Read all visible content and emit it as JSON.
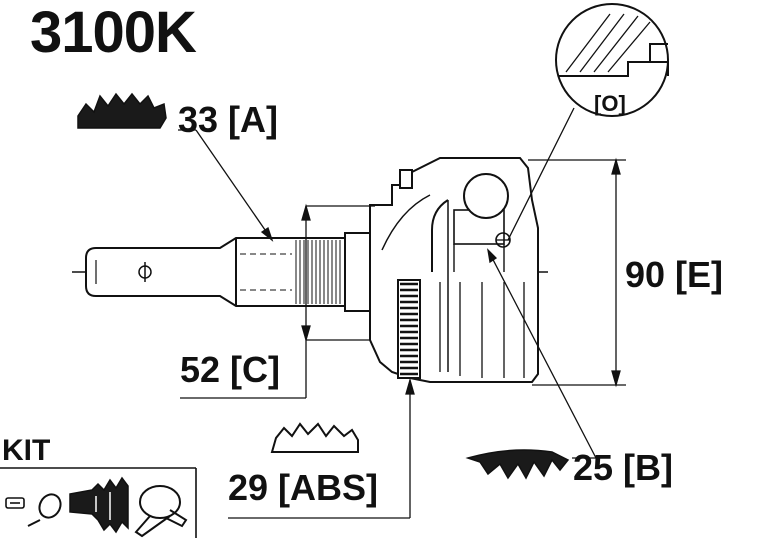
{
  "part_number": "3100K",
  "dimensions": {
    "spline_a": "33 [A]",
    "shaft_diameter_c": "52 [C]",
    "abs_ring": "29 [ABS]",
    "inner_spline_b": "25 [B]",
    "outer_diameter_e": "90 [E]",
    "detail_o": "[O]"
  },
  "kit": {
    "label": "KIT",
    "items": [
      "clip-icon",
      "ring-icon",
      "boot-icon",
      "clamp-icon"
    ]
  },
  "colors": {
    "ink": "#111111",
    "paper": "#ffffff",
    "dark_fill": "#1a1a1a"
  }
}
